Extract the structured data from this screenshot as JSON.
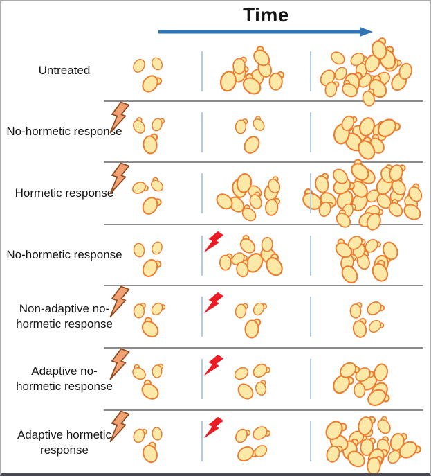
{
  "header": {
    "title": "Time"
  },
  "colors": {
    "arrow_blue": "#2E75B6",
    "divider_blue": "#AECBE8",
    "separator_gray": "#8C8C8C",
    "cell_fill": "#FCE9A8",
    "cell_stroke": "#EC7C30",
    "bolt_mild_fill": "#F0A273",
    "bolt_mild_stroke": "#8F4A1E",
    "bolt_severe_fill": "#EC1C24",
    "text_black": "#161616",
    "frame_gray": "#ABABAB",
    "frame_bottom": "#4A4A55"
  },
  "rows": [
    {
      "label_lines": [
        "Untreated"
      ],
      "mild_stress_bolt": false,
      "severe_stress_bolt": false,
      "clusters": [
        3,
        8,
        18
      ]
    },
    {
      "label_lines": [
        "No-hormetic response"
      ],
      "mild_stress_bolt": true,
      "severe_stress_bolt": false,
      "clusters": [
        3,
        3,
        9
      ]
    },
    {
      "label_lines": [
        "Hormetic response"
      ],
      "mild_stress_bolt": true,
      "severe_stress_bolt": false,
      "clusters": [
        3,
        10,
        27
      ]
    },
    {
      "label_lines": [
        "No-hormetic response"
      ],
      "mild_stress_bolt": false,
      "severe_stress_bolt": true,
      "clusters": [
        3,
        8,
        10
      ]
    },
    {
      "label_lines": [
        "Non-adaptive no-",
        "hormetic response"
      ],
      "mild_stress_bolt": true,
      "severe_stress_bolt": true,
      "clusters": [
        3,
        3,
        4
      ]
    },
    {
      "label_lines": [
        "Adaptive no-",
        "hormetic response"
      ],
      "mild_stress_bolt": true,
      "severe_stress_bolt": true,
      "clusters": [
        3,
        4,
        8
      ]
    },
    {
      "label_lines": [
        "Adaptive hormetic",
        "response"
      ],
      "mild_stress_bolt": true,
      "severe_stress_bolt": true,
      "clusters": [
        3,
        4,
        16
      ]
    }
  ]
}
